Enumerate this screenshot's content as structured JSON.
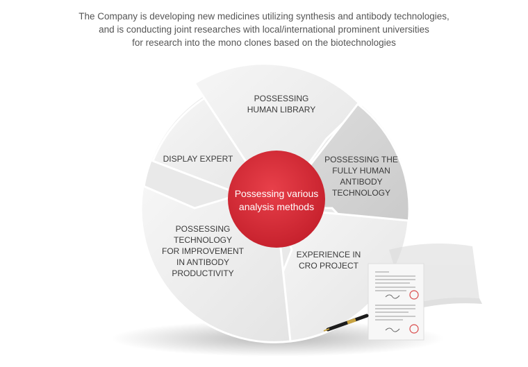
{
  "intro": {
    "line1": "The Company is developing new medicines utilizing synthesis and antibody technologies,",
    "line2": "and is conducting joint researches with local/international prominent universities",
    "line3": "for research into the mono clones based on the biotechnologies"
  },
  "center": {
    "line1": "Possessing various",
    "line2": "analysis methods",
    "color": "#d42a35"
  },
  "segments": {
    "human_library": {
      "line1": "POSSESSING",
      "line2": "HUMAN LIBRARY"
    },
    "fully_human": {
      "line1": "POSSESSING THE",
      "line2": "FULLY HUMAN",
      "line3": "ANTIBODY",
      "line4": "TECHNOLOGY"
    },
    "cro": {
      "line1": "EXPERIENCE IN",
      "line2": "CRO PROJECT"
    },
    "productivity": {
      "line1": "POSSESSING",
      "line2": "TECHNOLOGY",
      "line3": "FOR IMPROVEMENT",
      "line4": "IN ANTIBODY",
      "line5": "PRODUCTIVITY"
    },
    "display": {
      "line1": "DISPLAY EXPERT"
    }
  },
  "colors": {
    "segment_light": "#efefef",
    "segment_dark": "#d6d6d6",
    "center_red": "#d42a35"
  }
}
